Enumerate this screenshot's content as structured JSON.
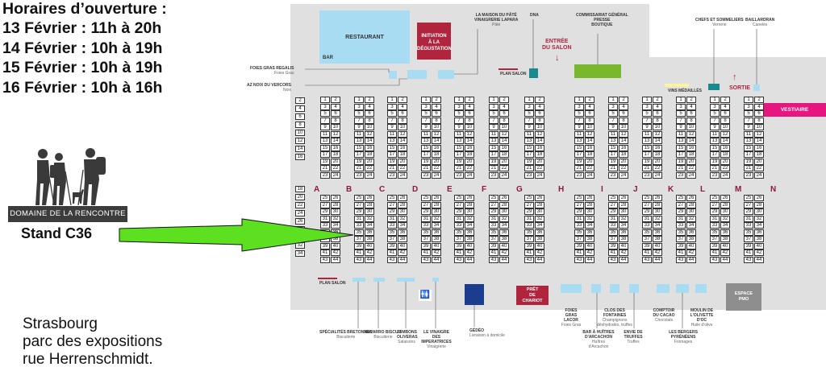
{
  "hours": {
    "title": "Horaires d’ouverture :",
    "lines": [
      "13 Février : 11h à 20h",
      "14 Février : 10h à 19h",
      "15 Février : 10h à 19h",
      "16 Février : 10h à 16h"
    ]
  },
  "logo": {
    "name": "DOMAINE DE LA RENCONTRE"
  },
  "stand": {
    "label": "Stand C36"
  },
  "address": {
    "line1": "Strasbourg",
    "line2": "parc des expositions",
    "line3": "rue Herrenschmidt."
  },
  "map": {
    "restaurant": "RESTAURANT",
    "bar": "BAR",
    "initiation": [
      "INITIATION",
      "À LA",
      "DÉGUSTATION"
    ],
    "maison_pate": {
      "title": "LA MAISON DU PÂTÉ",
      "sub": "VINAIGRERIE LAPARA",
      "note": "Pâté"
    },
    "dna": "DNA",
    "entree": [
      "ENTRÉE",
      "DU SALON"
    ],
    "commissariat": {
      "title": "COMMISSARIAT GÉNÉRAL",
      "sub1": "PRESSE",
      "sub2": "BOUTIQUE"
    },
    "chefs": {
      "title": "CHEFS ET SOMMELIERS",
      "note": "Verrerie"
    },
    "baillardran": {
      "title": "BAILLARDRAN",
      "note": "Canelés"
    },
    "foies_gras_regalis": {
      "title": "FOIES GRAS REGALIS",
      "note": "Foies Gras"
    },
    "noix_vercors": {
      "title": "AZ NOIX DU VERCORS",
      "note": "Noix"
    },
    "plan_salon": "PLAN SALON",
    "vins_medailles": "VINS MÉDAILLÉS",
    "sortie": "SORTIE",
    "vestiaire": "VESTIAIRE",
    "pret_chariot": [
      "PRÊT",
      "DE",
      "CHARIOT"
    ],
    "espace_pmo": [
      "ESPACE",
      "PMO"
    ],
    "aisles": [
      "A",
      "B",
      "C",
      "D",
      "E",
      "F",
      "G",
      "H",
      "I",
      "J",
      "K",
      "L",
      "M",
      "N"
    ],
    "exhibitors": [
      {
        "title": "SPÉCIALITÉS BRETONNES",
        "note": "Biscuiterie"
      },
      {
        "title": "NAVARRO BISCUIT",
        "note": "Biscuiterie"
      },
      {
        "title": "JAMBONS OLIVERAS",
        "note": "Salaisons"
      },
      {
        "title": "LE VINAIGRE DES IMPERATRICES",
        "note": "Vinaigrerie"
      },
      {
        "title": "GÉDÉO",
        "note": "Livraison à domicile"
      },
      {
        "title": "FOIES GRAS LACOR",
        "note": "Foies Gras"
      },
      {
        "title": "BAR À HUÎTRES D'ARCACHON",
        "note": "Huîtres d'Arcachon"
      },
      {
        "title": "CLOS DES FONTAINES",
        "note": "Champignons déshydratés, truffes"
      },
      {
        "title": "ENVIE DE TRUFFES",
        "note": "Truffes"
      },
      {
        "title": "COMPTOIR DU CACAO",
        "note": "Chocolats"
      },
      {
        "title": "LES BERGERS PYRÉNÉENS",
        "note": "Fromages"
      },
      {
        "title": "MOULIN DE L'OLIVETTE D'OC",
        "note": "Huile d'olive"
      }
    ]
  },
  "colors": {
    "arrow_green": "#5ce01f",
    "map_bg": "#e0e0e0",
    "light_blue": "#a8dcf2",
    "maroon": "#8b1a3a",
    "magenta": "#e6157f",
    "teal": "#1a8a91",
    "green_box": "#79b82d",
    "navy": "#1b3c8f"
  }
}
